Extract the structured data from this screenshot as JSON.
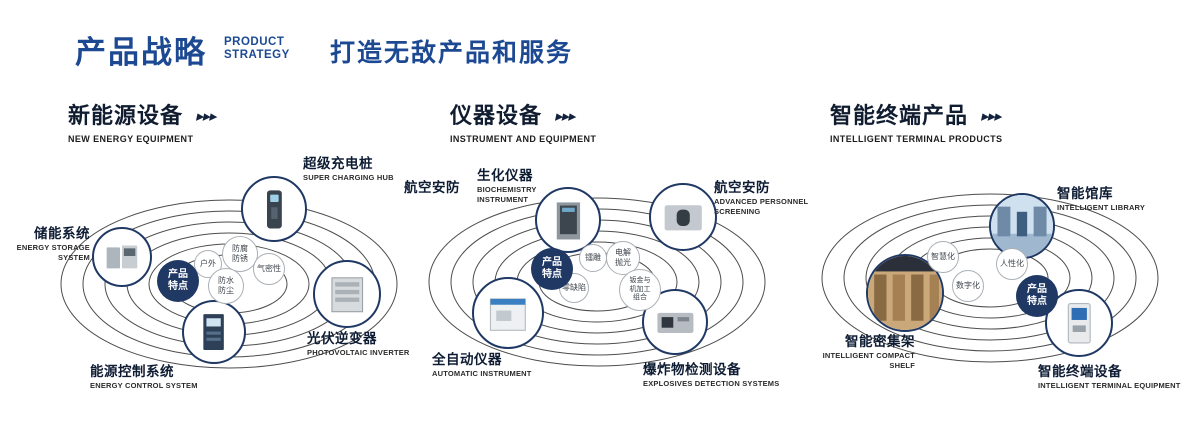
{
  "header": {
    "title_cn": "产品战略",
    "title_en_line1": "PRODUCT",
    "title_en_line2": "STRATEGY",
    "tagline": "打造无敌产品和服务"
  },
  "icons": {
    "triple_arrow": "▸▸▸"
  },
  "colors": {
    "primary_blue": "#1c4992",
    "navy": "#1f3864",
    "ring_gray": "#4d4d4d"
  },
  "sections": [
    {
      "heading_cn": "新能源设备",
      "heading_en": "NEW ENERGY EQUIPMENT",
      "center_label": "产品特点",
      "nodes": [
        {
          "title": "储能系统",
          "subtitle": "ENERGY STORAGE SYSTEM",
          "icon": "storage-cabinet"
        },
        {
          "title": "超级充电桩",
          "subtitle": "SUPER CHARGING HUB",
          "icon": "charging-pile"
        },
        {
          "title": "光伏逆变器",
          "subtitle": "PHOTOVOLTAIC INVERTER",
          "icon": "inverter-cabinet"
        },
        {
          "title": "能源控制系统",
          "subtitle": "ENERGY CONTROL SYSTEM",
          "icon": "control-cabinet"
        }
      ],
      "features": [
        "户外",
        "防腐防锈",
        "气密性",
        "防水防尘"
      ]
    },
    {
      "heading_cn": "仪器设备",
      "heading_en": "INSTRUMENT AND EQUIPMENT",
      "side_label": "航空安防",
      "center_label": "产品特点",
      "nodes": [
        {
          "title": "生化仪器",
          "subtitle": "BIOCHEMISTRY INSTRUMENT",
          "icon": "biochemistry-rack"
        },
        {
          "title": "航空安防",
          "subtitle": "ADVANCED PERSONNEL SCREENING",
          "icon": "screening-machine"
        },
        {
          "title": "全自动仪器",
          "subtitle": "AUTOMATIC INSTRUMENT",
          "icon": "automatic-analyzer"
        },
        {
          "title": "爆炸物检测设备",
          "subtitle": "EXPLOSIVES DETECTION SYSTEMS",
          "icon": "explosives-detector"
        }
      ],
      "features": [
        "镭雕",
        "电解抛光",
        "零缺陷",
        "钣金与机加工组合"
      ]
    },
    {
      "heading_cn": "智能终端产品",
      "heading_en": "INTELLIGENT TERMINAL PRODUCTS",
      "center_label": "产品特点",
      "nodes": [
        {
          "title": "智能馆库",
          "subtitle": "INTELLIGENT LIBRARY",
          "icon": "library-photo"
        },
        {
          "title": "智能密集架",
          "subtitle": "INTELLIGENT COMPACT SHELF",
          "icon": "compact-shelf-photo"
        },
        {
          "title": "智能终端设备",
          "subtitle": "INTELLIGENT TERMINAL EQUIPMENT",
          "icon": "terminal-kiosk"
        }
      ],
      "features": [
        "智慧化",
        "人性化",
        "数字化"
      ]
    }
  ]
}
